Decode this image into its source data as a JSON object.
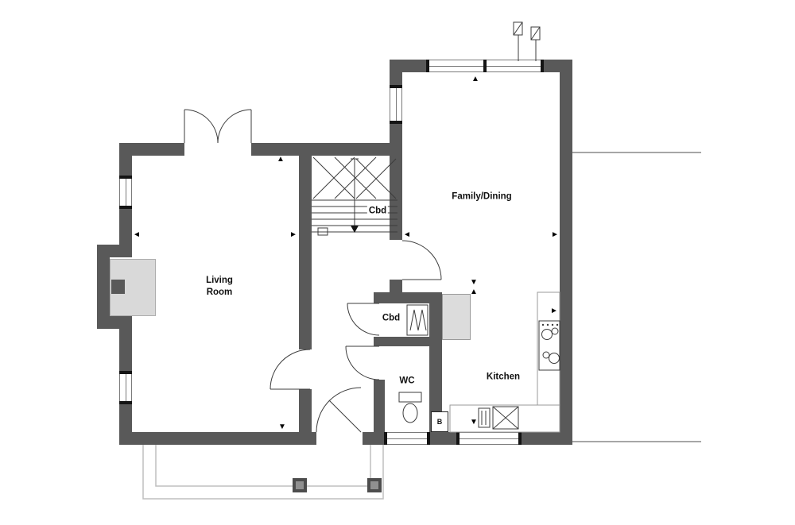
{
  "colors": {
    "background": "#ffffff",
    "wall": "#595959",
    "line": "#3c3c3c",
    "window_border": "#7a7a7a",
    "fireplace_fill": "#d9d9d9",
    "void_fill": "#dcdcdc",
    "porch_line": "#bfbfbf",
    "party_line": "#a6a6a6",
    "post_fill": "#4d4d4d",
    "post_inner": "#909090",
    "text": "#111111"
  },
  "rooms": {
    "living": {
      "label": "Living\nRoom"
    },
    "family_dining": {
      "label": "Family/Dining"
    },
    "kitchen": {
      "label": "Kitchen"
    },
    "wc": {
      "label": "WC"
    },
    "cbd_understairs": {
      "label": "Cbd"
    },
    "cbd_hall": {
      "label": "Cbd"
    },
    "boiler": {
      "label": "B"
    }
  },
  "icons": {
    "marker_up": "▲",
    "marker_down": "▼",
    "marker_left": "◄",
    "marker_right": "►"
  }
}
